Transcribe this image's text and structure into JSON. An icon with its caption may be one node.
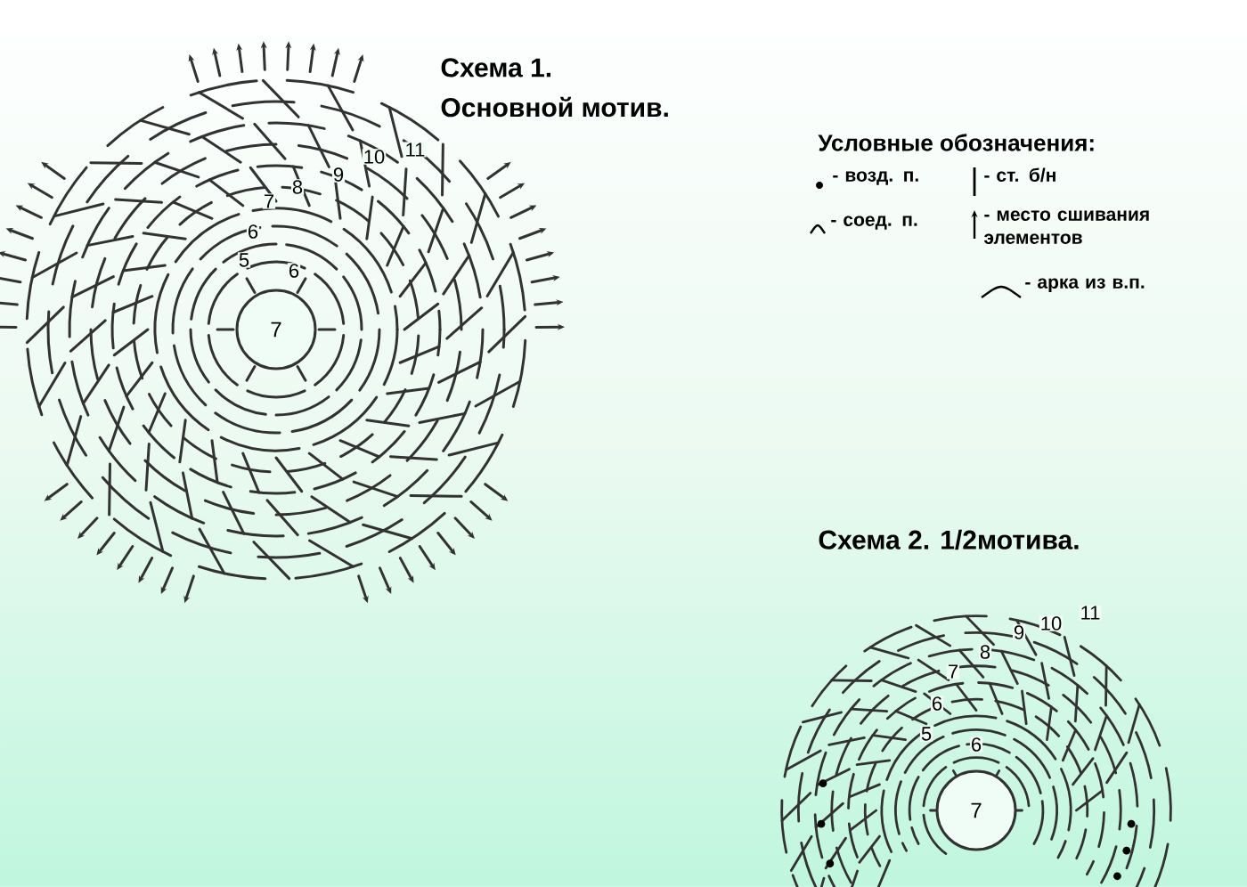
{
  "diagram": {
    "nodes": [
      {
        "text": [
          "7"
        ]
      },
      {
        "text": [
          "7"
        ]
      }
    ],
    "labels": [
      "Схема 1.",
      "Основной мотив.",
      "11",
      "10",
      "9",
      "8",
      "7",
      "6",
      "5",
      "6",
      "Условные обозначения:",
      "Схема 2. 1/2мотива.",
      "11",
      "10",
      "9",
      "8",
      "7",
      "6",
      "5",
      "6"
    ],
    "legend": [
      {
        "text": "- возд. п."
      },
      {
        "text": "- соед. п."
      },
      {
        "text": "- ст. б/н"
      },
      {
        "text": "- место сшивания элементов"
      },
      {
        "text": "- арка из в.п."
      }
    ]
  }
}
